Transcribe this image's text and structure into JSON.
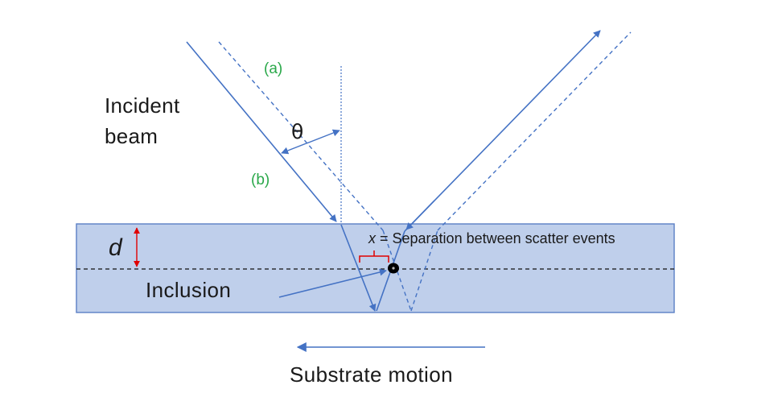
{
  "labels": {
    "incident_line1": "Incident",
    "incident_line2": "beam",
    "beam_a": "(a)",
    "beam_b": "(b)",
    "angle": "θ",
    "depth": "d",
    "separation_var": "x",
    "separation_text": " = Separation between scatter events",
    "inclusion": "Inclusion",
    "substrate_motion": "Substrate motion"
  },
  "colors": {
    "substrate_fill": "#bfcfeb",
    "substrate_edge": "#5b7fc4",
    "beam": "#4472c4",
    "depth_arrow": "#e00000",
    "bracket": "#e00000",
    "beam_tag": "#2aa84a",
    "inclusion_dot": "#000000"
  }
}
